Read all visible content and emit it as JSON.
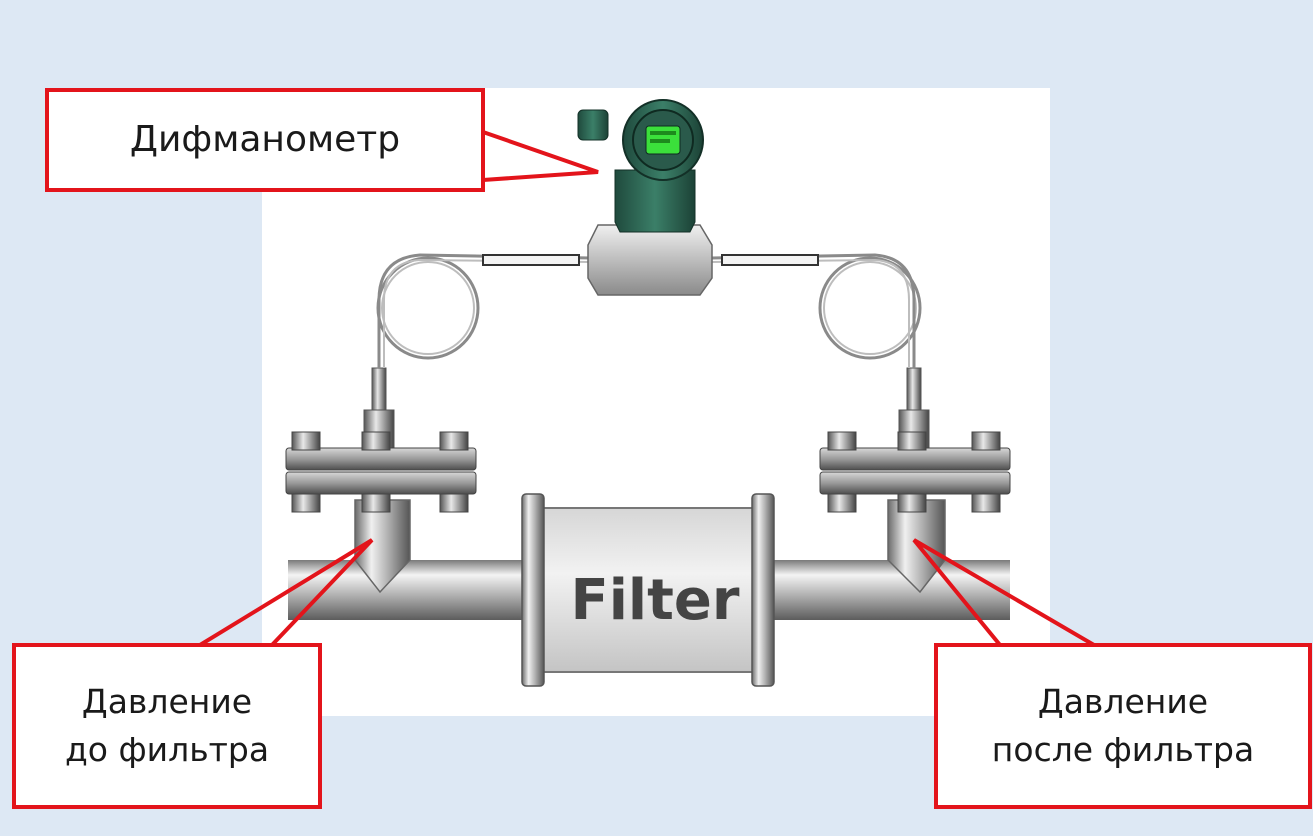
{
  "labels": {
    "transmitter": "Дифманометр",
    "before_filter": [
      "Давление",
      "до фильтра"
    ],
    "after_filter": [
      "Давление",
      "после фильтра"
    ],
    "filter": "Filter"
  },
  "colors": {
    "background": "#dde8f4",
    "callout_border": "#e3141b",
    "transmitter_housing": "#2c6b57",
    "display_screen": "#3be03b",
    "pipe_steel": "#c8c8c8",
    "filter_body": "#e2e2e2"
  }
}
